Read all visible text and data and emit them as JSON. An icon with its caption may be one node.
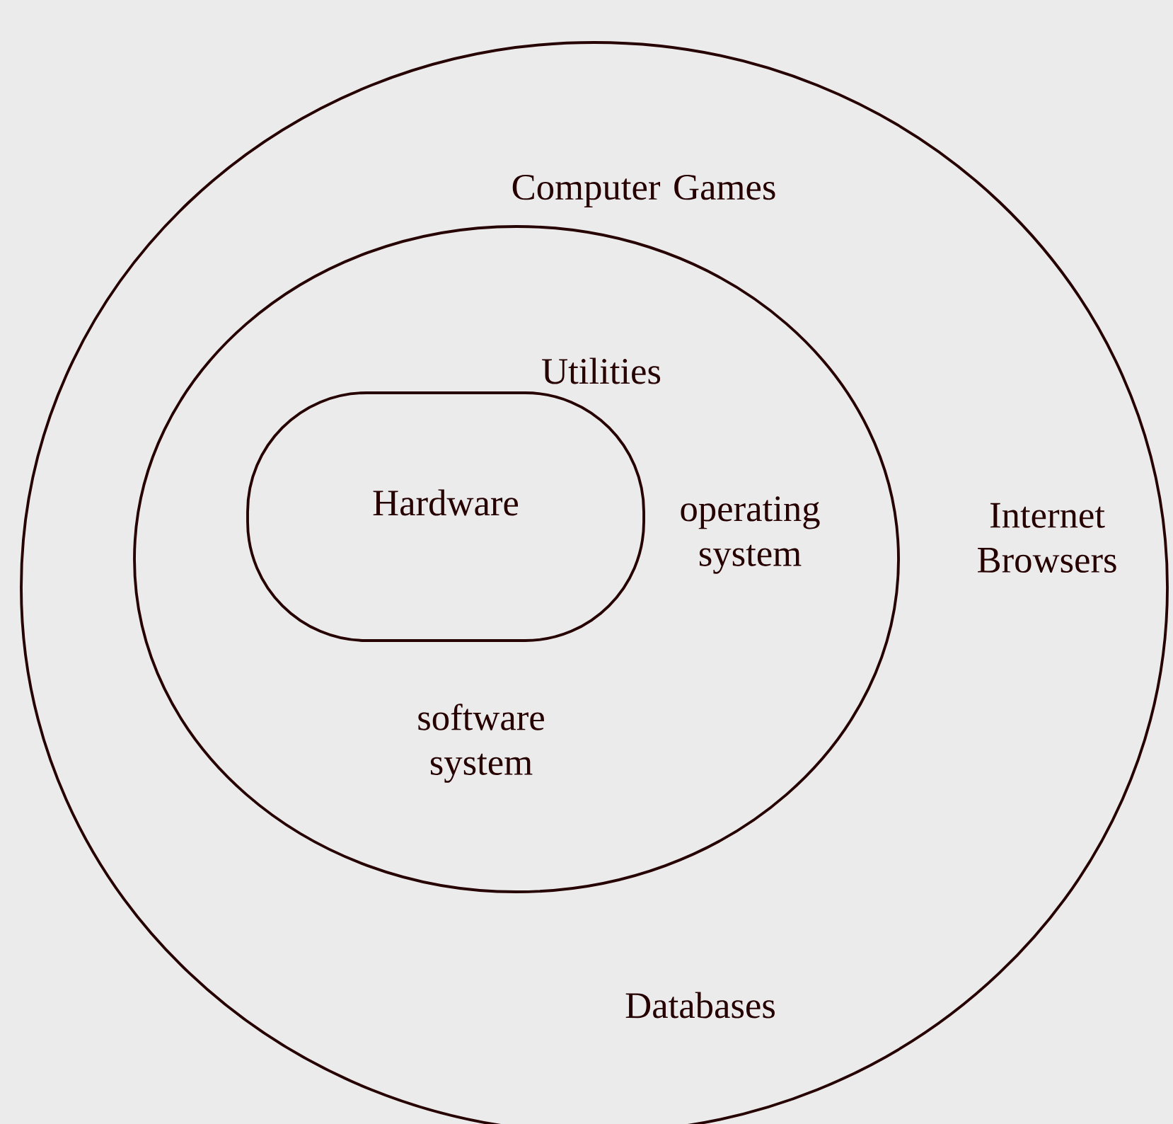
{
  "diagram": {
    "nodes": [
      {
        "text": [
          "Computer Games",
          "Internet Browsers",
          "Databases"
        ]
      },
      {
        "text": [
          "Utilities",
          "operating system",
          "software system"
        ],
        "in": 0
      },
      {
        "text": [
          "Hardware"
        ],
        "in": 1
      }
    ]
  }
}
